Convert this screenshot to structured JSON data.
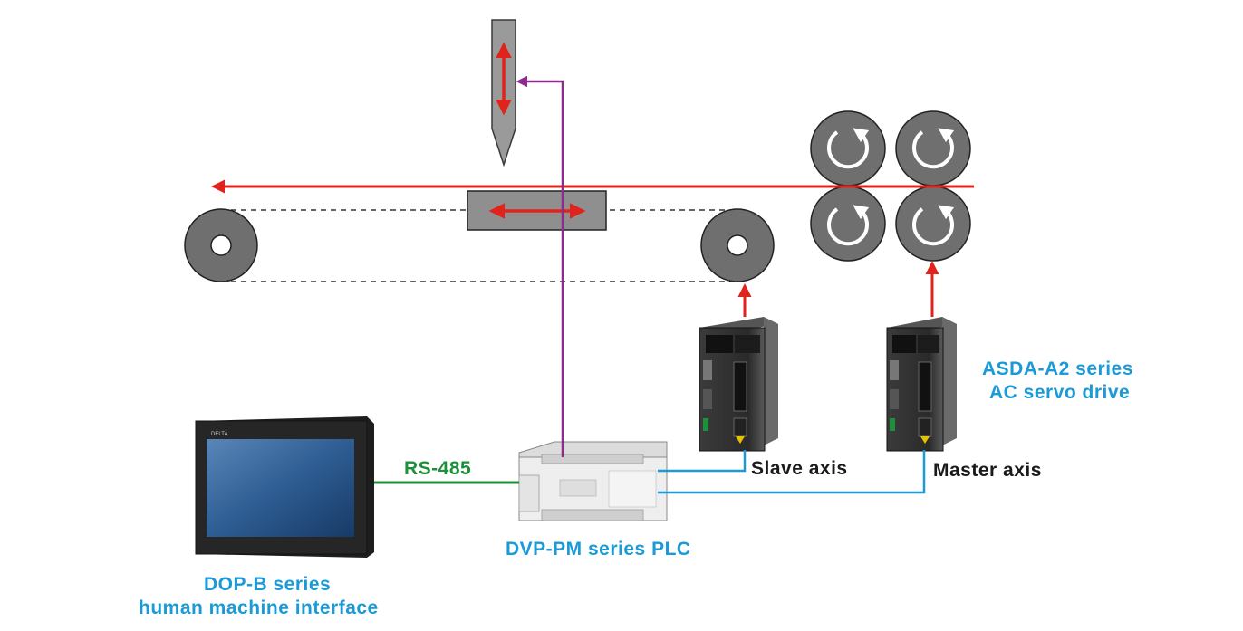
{
  "labels": {
    "rs485": "RS-485",
    "plc": "DVP-PM series PLC",
    "hmi_line1": "DOP-B series",
    "hmi_line2": "human machine interface",
    "slave": "Slave axis",
    "master": "Master axis",
    "servo_line1": "ASDA-A2 series",
    "servo_line2": "AC servo drive"
  },
  "device_text": {
    "hmi_brand": "DELTA"
  },
  "colors": {
    "flow_arrow": "#e0231c",
    "plc_to_knife": "#8e2c8e",
    "rs485_link": "#1e8f3a",
    "servo_link": "#1a9ad6",
    "label_blue": "#1a9ad6",
    "roller_gray": "#6f6f6f"
  },
  "icons": [
    "knife-icon",
    "roller-icon",
    "rotate-clockwise-icon",
    "rotate-counterclockwise-icon",
    "servo-drive-icon",
    "plc-icon",
    "hmi-panel-icon"
  ]
}
